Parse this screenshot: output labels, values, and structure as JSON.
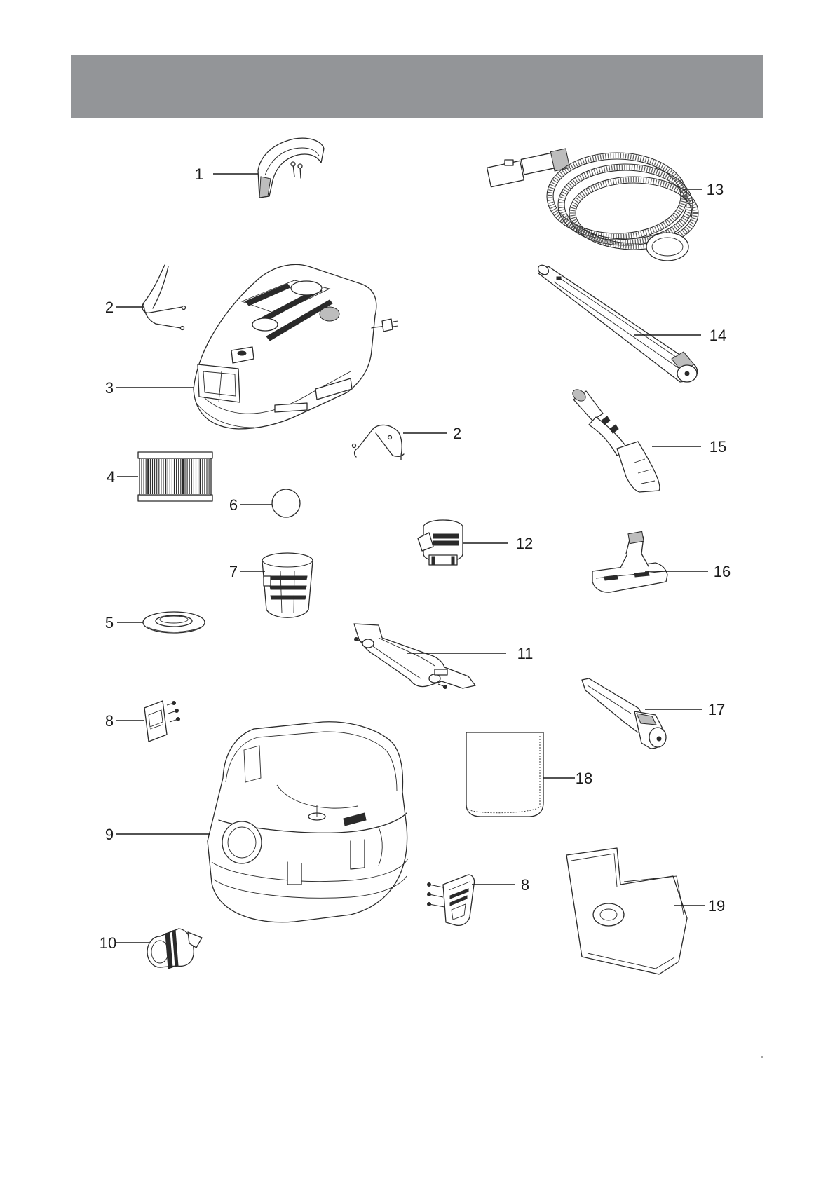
{
  "callouts": [
    {
      "id": "1",
      "part": "handle"
    },
    {
      "id": "2",
      "part": "wire-clip-left"
    },
    {
      "id": "3",
      "part": "motor-head"
    },
    {
      "id": "4",
      "part": "cartridge-filter"
    },
    {
      "id": "6",
      "part": "filter-disc"
    },
    {
      "id": "7",
      "part": "filter-cage"
    },
    {
      "id": "5",
      "part": "filter-lid"
    },
    {
      "id": "8",
      "part": "latch-left"
    },
    {
      "id": "9",
      "part": "tank"
    },
    {
      "id": "10",
      "part": "inlet-adapter"
    },
    {
      "id": "2",
      "part": "wire-clip-right"
    },
    {
      "id": "12",
      "part": "float-valve"
    },
    {
      "id": "11",
      "part": "tank-handle"
    },
    {
      "id": "18",
      "part": "filter-bag"
    },
    {
      "id": "8",
      "part": "latch-right"
    },
    {
      "id": "13",
      "part": "hose"
    },
    {
      "id": "14",
      "part": "extension-wand"
    },
    {
      "id": "15",
      "part": "utility-nozzle"
    },
    {
      "id": "16",
      "part": "floor-nozzle"
    },
    {
      "id": "17",
      "part": "crevice-tool"
    },
    {
      "id": "19",
      "part": "dust-bag"
    }
  ]
}
